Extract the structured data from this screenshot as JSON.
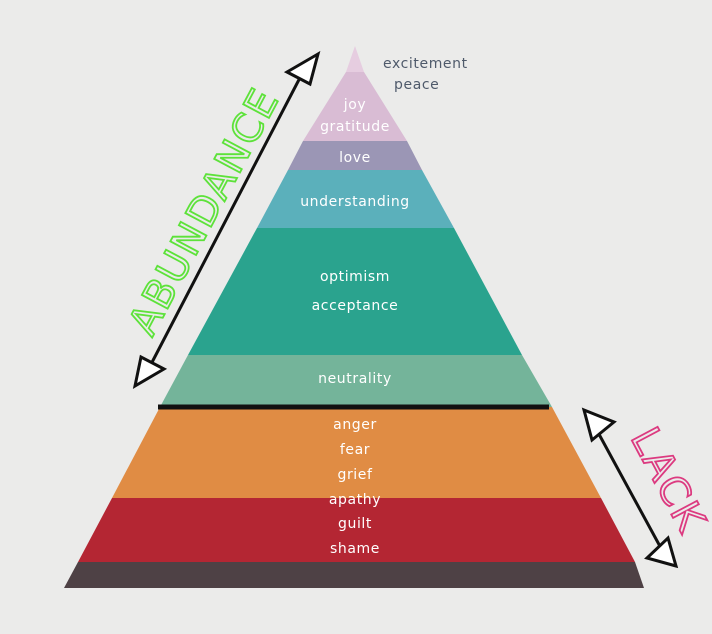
{
  "pyramid_top_labels": [
    "excitement",
    "peace"
  ],
  "bands": [
    {
      "labels": [
        "joy",
        "gratitude"
      ],
      "color": "#d9bcd4"
    },
    {
      "labels": [
        "love"
      ],
      "color": "#9b96b5"
    },
    {
      "labels": [
        "understanding"
      ],
      "color": "#5bb0bb"
    },
    {
      "labels": [
        "optimism",
        "acceptance"
      ],
      "color": "#2aa38e"
    },
    {
      "labels": [
        "neutrality"
      ],
      "color": "#74b49a"
    },
    {
      "labels": [
        "anger",
        "fear",
        "grief"
      ],
      "color": "#e08c44"
    },
    {
      "labels": [
        "apathy",
        "guilt",
        "shame"
      ],
      "color": "#b42633"
    },
    {
      "labels": [],
      "color": "#4e4145"
    }
  ],
  "abundance_label": "ABUNDANCE",
  "abundance_color": "#5de23a",
  "lack_label": "LACK",
  "lack_color": "#dc3a80",
  "divider_color": "#111111"
}
